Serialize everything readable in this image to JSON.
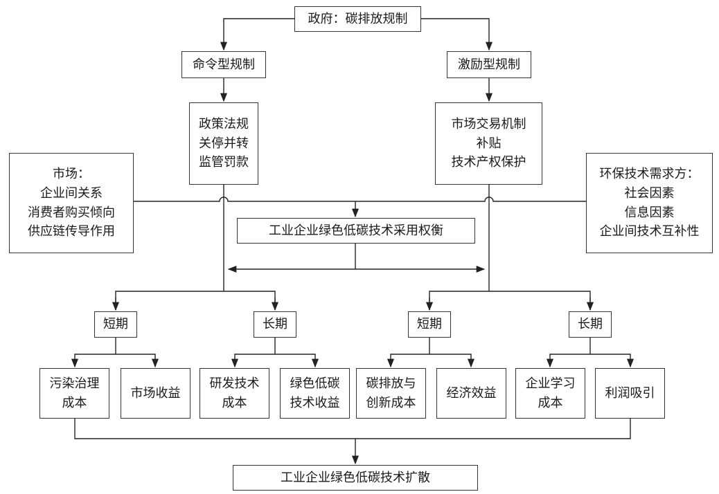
{
  "government": "政府：碳排放规制",
  "command_reg": {
    "title": "命令型规制",
    "items": [
      "政策法规",
      "关停并转",
      "监管罚款"
    ]
  },
  "incentive_reg": {
    "title": "激励型规制",
    "items": [
      "市场交易机制",
      "补贴",
      "技术产权保护"
    ]
  },
  "market": {
    "title": "市场：",
    "items": [
      "企业间关系",
      "消费者购买倾向",
      "供应链传导作用"
    ]
  },
  "env_demand": {
    "title": "环保技术需求方：",
    "items": [
      "社会因素",
      "信息因素",
      "企业间技术互补性"
    ]
  },
  "tradeoff": "工业企业绿色低碳技术采用权衡",
  "left_group": {
    "short_term": {
      "label": "短期",
      "items": [
        [
          "污染治理",
          "成本"
        ],
        [
          "市场收益"
        ]
      ]
    },
    "long_term": {
      "label": "长期",
      "items": [
        [
          "研发技术",
          "成本"
        ],
        [
          "绿色低碳",
          "技术收益"
        ]
      ]
    }
  },
  "right_group": {
    "short_term": {
      "label": "短期",
      "items": [
        [
          "碳排放与",
          "创新成本"
        ],
        [
          "经济效益"
        ]
      ]
    },
    "long_term": {
      "label": "长期",
      "items": [
        [
          "企业学习",
          "成本"
        ],
        [
          "利润吸引"
        ]
      ]
    }
  },
  "diffusion": "工业企业绿色低碳技术扩散"
}
